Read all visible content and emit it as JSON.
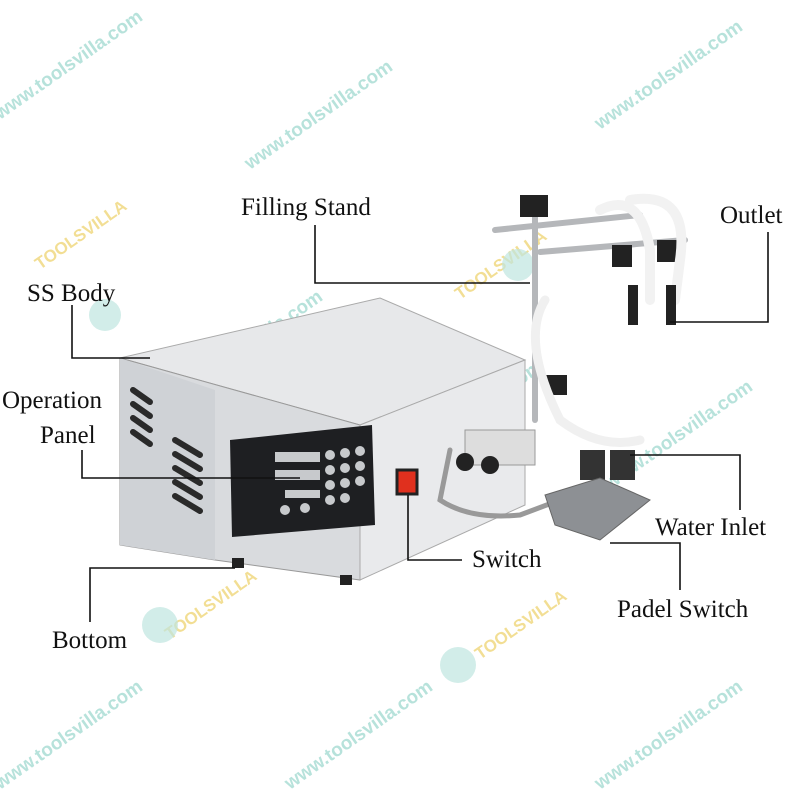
{
  "labels": {
    "filling_stand": "Filling Stand",
    "outlet": "Outlet",
    "ss_body": "SS Body",
    "operation": "Operation",
    "panel": "Panel",
    "water_inlet": "Water Inlet",
    "switch": "Switch",
    "padel_switch": "Padel Switch",
    "bottom": "Bottom"
  },
  "watermark": {
    "url": "www.toolsvilla.com",
    "brand": "TOOLSVILLA"
  },
  "colors": {
    "watermark_teal": "#9fd9cf",
    "watermark_gold": "#f0d77a",
    "power_switch_red": "#e0301e",
    "leader_line": "#111111"
  }
}
